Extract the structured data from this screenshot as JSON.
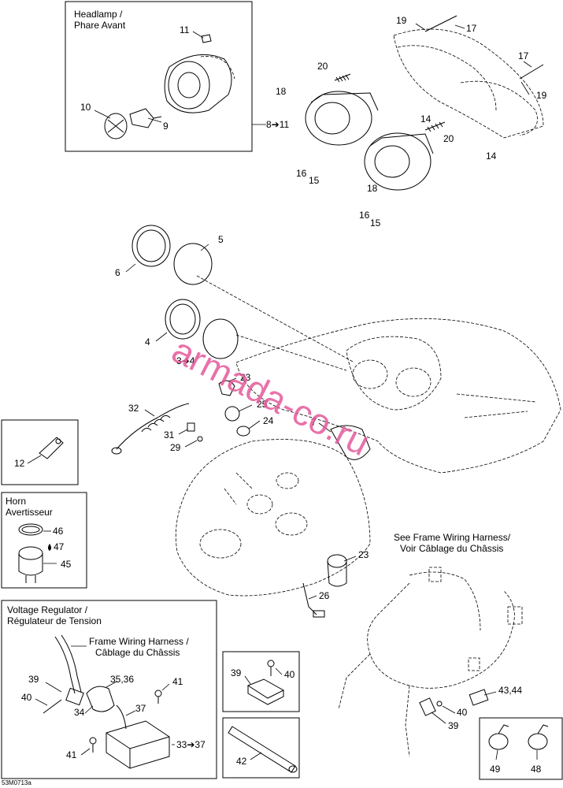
{
  "figure_code": "53M0713a",
  "watermark": "armada-co.ru",
  "boxes": {
    "headlamp": {
      "title_line1": "Headlamp /",
      "title_line2": "Phare Avant"
    },
    "horn": {
      "title_line1": "Horn",
      "title_line2": "Avertisseur"
    },
    "voltage_regulator": {
      "title_line1": "Voltage Regulator /",
      "title_line2": "Régulateur de Tension"
    },
    "frame_harness_inner": {
      "line1": "Frame Wiring Harness /",
      "line2": "Câblage du Châssis"
    }
  },
  "note_frame_harness": {
    "line1": "See Frame Wiring Harness/",
    "line2": "Voir Câblage du Châssis"
  },
  "labels": {
    "l11a": "11",
    "l10": "10",
    "l9": "9",
    "l8to11": "8➔11",
    "l19a": "19",
    "l17a": "17",
    "l20a": "20",
    "l18a": "18",
    "l17b": "17",
    "l14a": "14",
    "l20b": "20",
    "l19b": "19",
    "l14b": "14",
    "l16a": "16",
    "l15a": "15",
    "l18b": "18",
    "l16b": "16",
    "l15b": "15",
    "l5": "5",
    "l6": "6",
    "l4": "4",
    "l3to4": "3➔4",
    "l23a": "23",
    "l32": "32",
    "l25": "25",
    "l24": "24",
    "l31": "31",
    "l29": "29",
    "l7": "7",
    "l12": "12",
    "l46": "46",
    "l47": "47",
    "l45": "45",
    "l23b": "23",
    "l26": "26",
    "l39a": "39",
    "l35_36": "35,36",
    "l41a": "41",
    "l40a": "40",
    "l34": "34",
    "l37": "37",
    "l41b": "41",
    "l33to37": "33➔37",
    "l39b": "39",
    "l40b": "40",
    "l42": "42",
    "l43_44": "43,44",
    "l40c": "40",
    "l39c": "39",
    "l49": "49",
    "l48": "48"
  }
}
